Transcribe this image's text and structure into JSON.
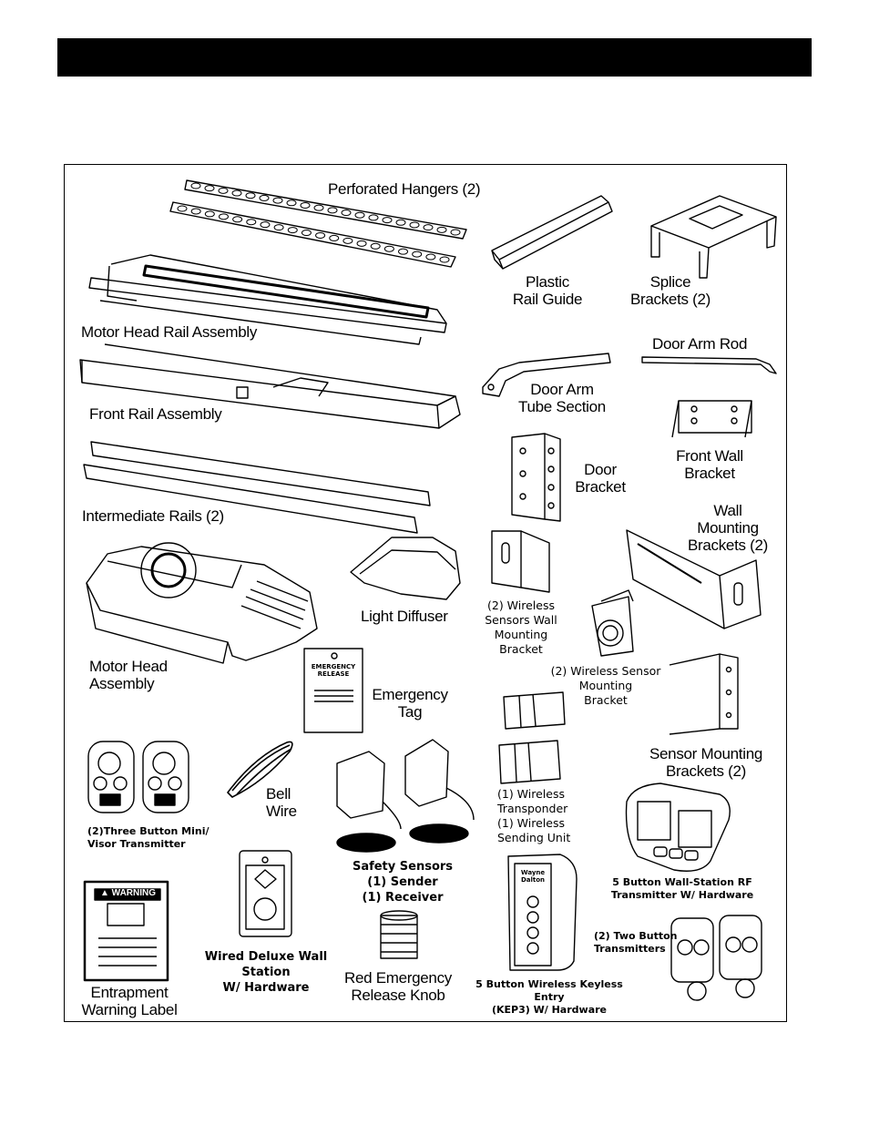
{
  "header": {
    "title": ""
  },
  "parts": {
    "perforated_hangers": "Perforated Hangers (2)",
    "plastic_rail_guide": "Plastic\nRail Guide",
    "splice_brackets": "Splice\nBrackets (2)",
    "motor_head_rail": "Motor Head Rail Assembly",
    "door_arm_rod": "Door Arm Rod",
    "door_arm_tube": "Door Arm\nTube Section",
    "front_rail": "Front Rail Assembly",
    "front_wall_bracket": "Front Wall\nBracket",
    "door_bracket": "Door\nBracket",
    "intermediate_rails": "Intermediate Rails (2)",
    "wall_mounting_brackets": "Wall\nMounting\nBrackets (2)",
    "light_diffuser": "Light Diffuser",
    "wireless_sensors_wall": "(2) Wireless\nSensors Wall\nMounting\nBracket",
    "motor_head_assembly": "Motor Head\nAssembly",
    "emergency_tag": "Emergency\nTag",
    "wireless_sensor_mounting": "(2) Wireless Sensor\nMounting\nBracket",
    "sensor_mounting_brackets": "Sensor Mounting\nBrackets (2)",
    "bell_wire": "Bell\nWire",
    "three_button_transmitter": "(2)Three Button Mini/\nVisor Transmitter",
    "wireless_transponder": "(1) Wireless\nTransponder\n(1) Wireless\nSending Unit",
    "safety_sensors": "Safety Sensors\n(1) Sender\n(1) Receiver",
    "five_button_wall_station": "5 Button Wall-Station RF\nTransmitter W/ Hardware",
    "wired_wall_station": "Wired Deluxe Wall Station\nW/ Hardware",
    "two_button_transmitters": "(2) Two Button\nTransmitters",
    "red_release_knob": "Red Emergency\nRelease Knob",
    "entrapment_label": "Entrapment\nWarning Label",
    "keyless_entry": "5 Button Wireless Keyless Entry\n(KEP3) W/ Hardware"
  },
  "emergency_tag_text": "EMERGENCY\nRELEASE",
  "warning_label_text": "▲ WARNING",
  "keyless_brand": "Wayne\nDalton"
}
